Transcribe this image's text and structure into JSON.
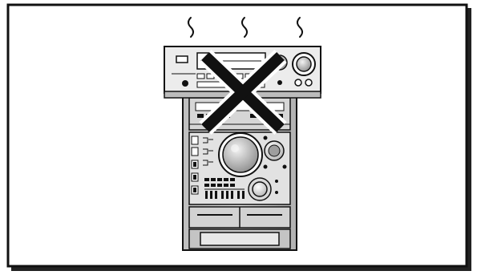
{
  "illustration": {
    "subject": "stereo-system-with-amplifier-on-top",
    "warning_mark": "cross",
    "heat": "rising-heat-waves"
  },
  "colors": {
    "ink": "#111111",
    "panel_light": "#e9e9e9",
    "panel_mid": "#c8c8c8",
    "panel_dark": "#9a9a9a",
    "paper": "#ffffff",
    "shadow": "#222222"
  }
}
